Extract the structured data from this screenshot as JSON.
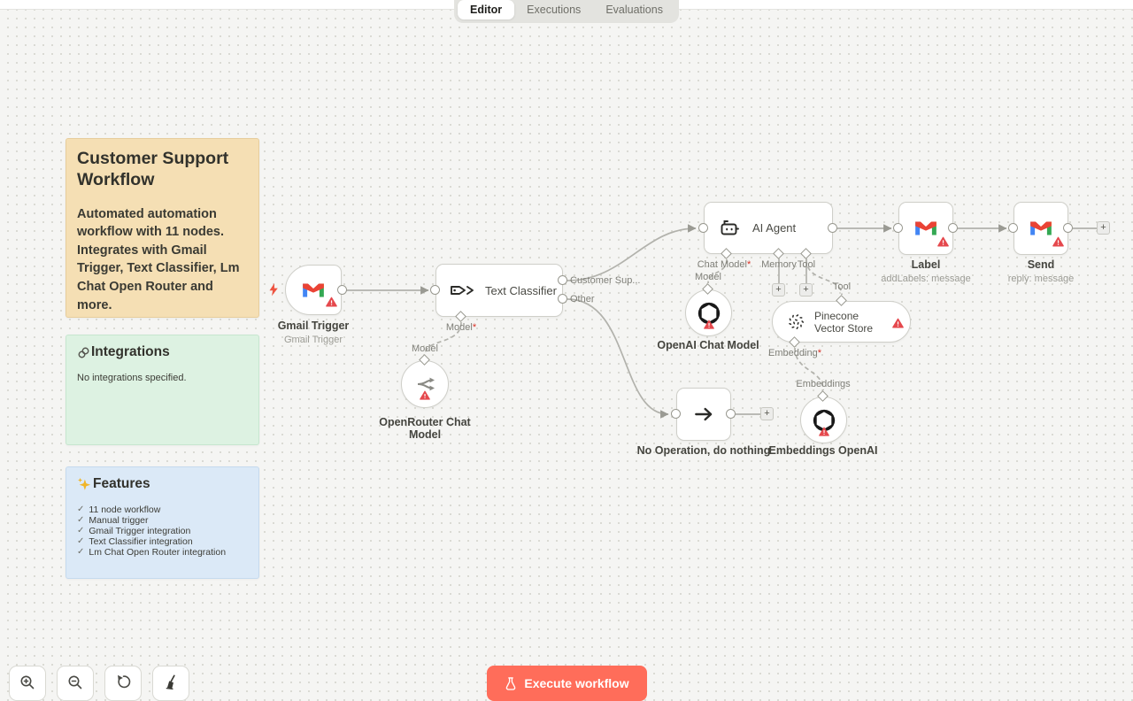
{
  "header": {
    "tabs": [
      {
        "label": "Editor",
        "active": true
      },
      {
        "label": "Executions",
        "active": false
      },
      {
        "label": "Evaluations",
        "active": false
      }
    ]
  },
  "sticky_notes": {
    "overview": {
      "title": "Customer Support Workflow",
      "body": "Automated automation workflow with 11 nodes. Integrates with Gmail Trigger, Text Classifier, Lm Chat Open Router and more."
    },
    "integrations": {
      "title": "Integrations",
      "body": "No integrations specified."
    },
    "features": {
      "title": "Features",
      "check": "✓",
      "items": [
        "11 node workflow",
        "Manual trigger",
        "Gmail Trigger integration",
        "Text Classifier integration",
        "Lm Chat Open Router integration"
      ]
    }
  },
  "nodes": {
    "gmail_trigger": {
      "name": "Gmail Trigger",
      "subtitle": "Gmail Trigger"
    },
    "text_classifier": {
      "name": "Text Classifier",
      "outputs": [
        "Customer Sup...",
        "Other"
      ],
      "model_port": "Model"
    },
    "openrouter": {
      "name": "OpenRouter Chat Model",
      "port": "Model"
    },
    "ai_agent": {
      "name": "AI Agent",
      "ports": {
        "chat_model": "Chat Model",
        "memory": "Memory",
        "tool": "Tool"
      }
    },
    "openai_chat": {
      "name": "OpenAI Chat Model",
      "port": "Model"
    },
    "pinecone": {
      "name": "Pinecone Vector Store",
      "tool_port": "Tool",
      "embedding_port": "Embedding"
    },
    "label_gmail": {
      "name": "Label",
      "subtitle": "addLabels: message"
    },
    "send_gmail": {
      "name": "Send",
      "subtitle": "reply: message"
    },
    "noop": {
      "name": "No Operation, do nothing"
    },
    "embeddings": {
      "name": "Embeddings OpenAI",
      "port": "Embeddings"
    }
  },
  "marks": {
    "required": "*"
  },
  "controls": {
    "execute": "Execute workflow",
    "plus": "+"
  },
  "colors": {
    "accent": "#ff6d5a",
    "warning": "#e5484d",
    "sticky_amber": "#f5dfb4",
    "sticky_green": "#ddf2e2",
    "sticky_blue": "#dbe9f7",
    "edge": "#b2b2ac"
  },
  "icons": {
    "gmail": "gmail-logo",
    "tags": "text-classifier-tags-icon",
    "robot": "robot-icon",
    "openai": "openai-logo",
    "openrouter": "openrouter-logo",
    "pinecone": "pinecone-logo",
    "arrow_right": "arrow-right-icon",
    "lightning": "lightning-icon",
    "warning": "warning-icon",
    "link": "link-icon",
    "sparkles": "sparkles-icon",
    "zoom_in": "zoom-in-icon",
    "zoom_out": "zoom-out-icon",
    "undo": "undo-icon",
    "tidy": "tidy-up-icon",
    "flask": "flask-icon"
  }
}
